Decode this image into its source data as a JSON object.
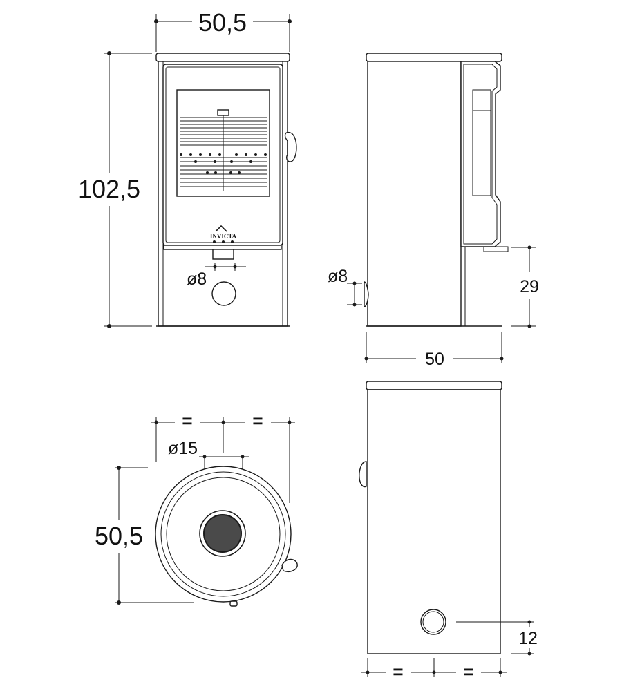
{
  "dimensions": {
    "front_width": "50,5",
    "front_height": "102,5",
    "front_flue_diameter": "ø8",
    "side_air_diameter": "ø8",
    "side_air_height": "29",
    "side_depth": "50",
    "top_flue_diameter": "ø15",
    "top_depth": "50,5",
    "top_equal_left": "=",
    "top_equal_right": "=",
    "back_equal_left": "=",
    "back_equal_right": "=",
    "back_outlet_height": "12"
  },
  "brand": {
    "logo_text": "INVICTA"
  },
  "colors": {
    "line": "#1a1a1a",
    "flue_dark": "#4a4a4a",
    "background": "#ffffff"
  }
}
